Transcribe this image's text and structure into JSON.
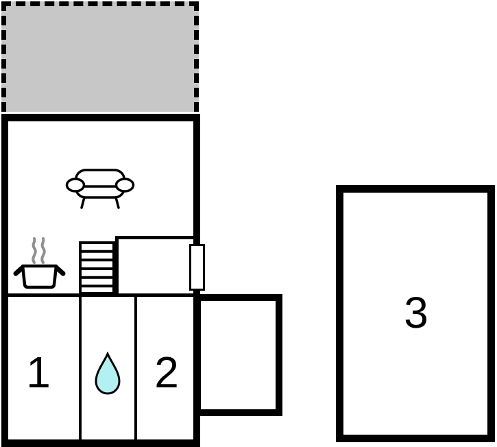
{
  "plan": {
    "type": "floor-plan",
    "rooms": [
      {
        "label": "1"
      },
      {
        "label": "2"
      },
      {
        "label": "3"
      }
    ],
    "areas": {
      "terrace_marked_by": "gray-dashed-rectangle",
      "bathroom_marked_by": "water-drop-icon",
      "kitchen_marked_by": "cooking-pot-icon",
      "living_room_marked_by": "sofa-icon"
    },
    "icons": [
      "sofa-icon",
      "cooking-pot-icon",
      "steam-icon",
      "stairs-icon",
      "water-drop-icon",
      "door-icon"
    ],
    "colors": {
      "wall": "#000000",
      "terrace_fill": "#c7c7c7",
      "room_fill": "#ffffff",
      "water_drop_fill": "#b3f0f2",
      "steam_gray": "#8f8f8f"
    }
  }
}
